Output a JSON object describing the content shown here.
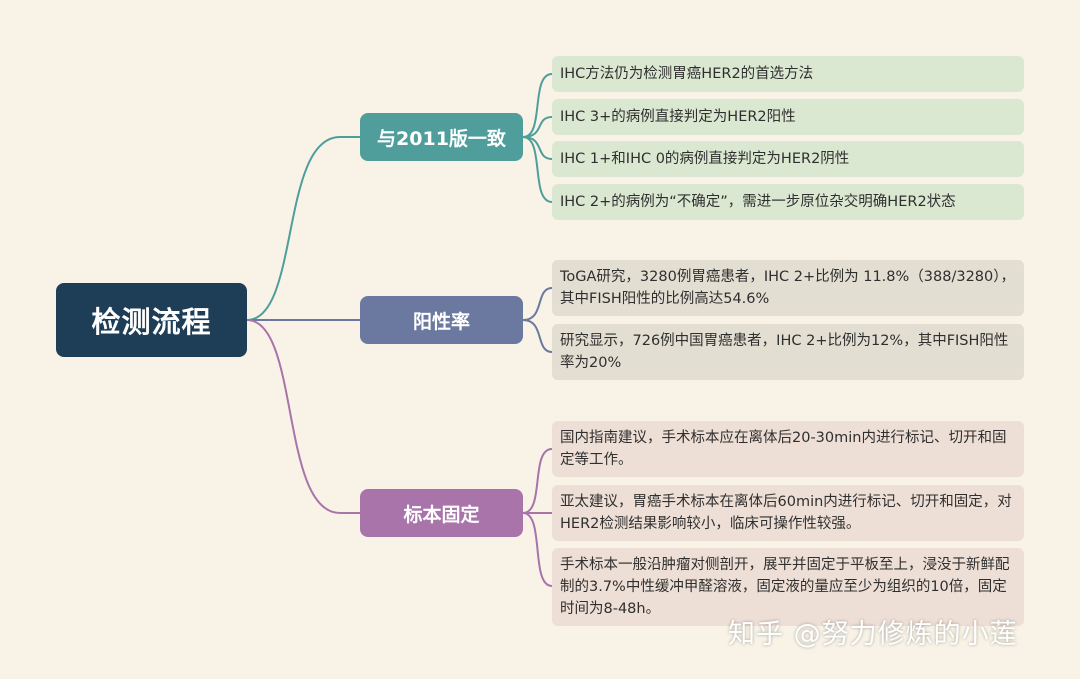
{
  "colors": {
    "background": "#f8f3e6",
    "root": "#1e3e58",
    "branch_teal": "#4f9e9c",
    "branch_slate": "#6b78a0",
    "branch_mauve": "#a874aa",
    "leaf_green": "#dbe8d1",
    "leaf_grey": "#e3ded2",
    "leaf_pink": "#eedfd6"
  },
  "root": {
    "label": "检测流程"
  },
  "branches": [
    {
      "label": "与2011版一致",
      "leaves": [
        "IHC方法仍为检测胃癌HER2的首选方法",
        "IHC 3+的病例直接判定为HER2阳性",
        "IHC 1+和IHC 0的病例直接判定为HER2阴性",
        "IHC 2+的病例为“不确定”，需进一步原位杂交明确HER2状态"
      ]
    },
    {
      "label": "阳性率",
      "leaves": [
        "ToGA研究，3280例胃癌患者，IHC 2+比例为 11.8%（388/3280），其中FISH阳性的比例高达54.6%",
        "研究显示，726例中国胃癌患者，IHC 2+比例为12%，其中FISH阳性率为20%"
      ]
    },
    {
      "label": "标本固定",
      "leaves": [
        "国内指南建议，手术标本应在离体后20-30min内进行标记、切开和固定等工作。",
        "亚太建议，胃癌手术标本在离体后60min内进行标记、切开和固定，对HER2检测结果影响较小，临床可操作性较强。",
        "手术标本一般沿肿瘤对侧剖开，展平并固定于平板至上，浸没于新鲜配制的3.7%中性缓冲甲醛溶液，固定液的量应至少为组织的10倍，固定时间为8-48h。"
      ]
    }
  ],
  "watermark": "知乎 @努力修炼的小莲"
}
